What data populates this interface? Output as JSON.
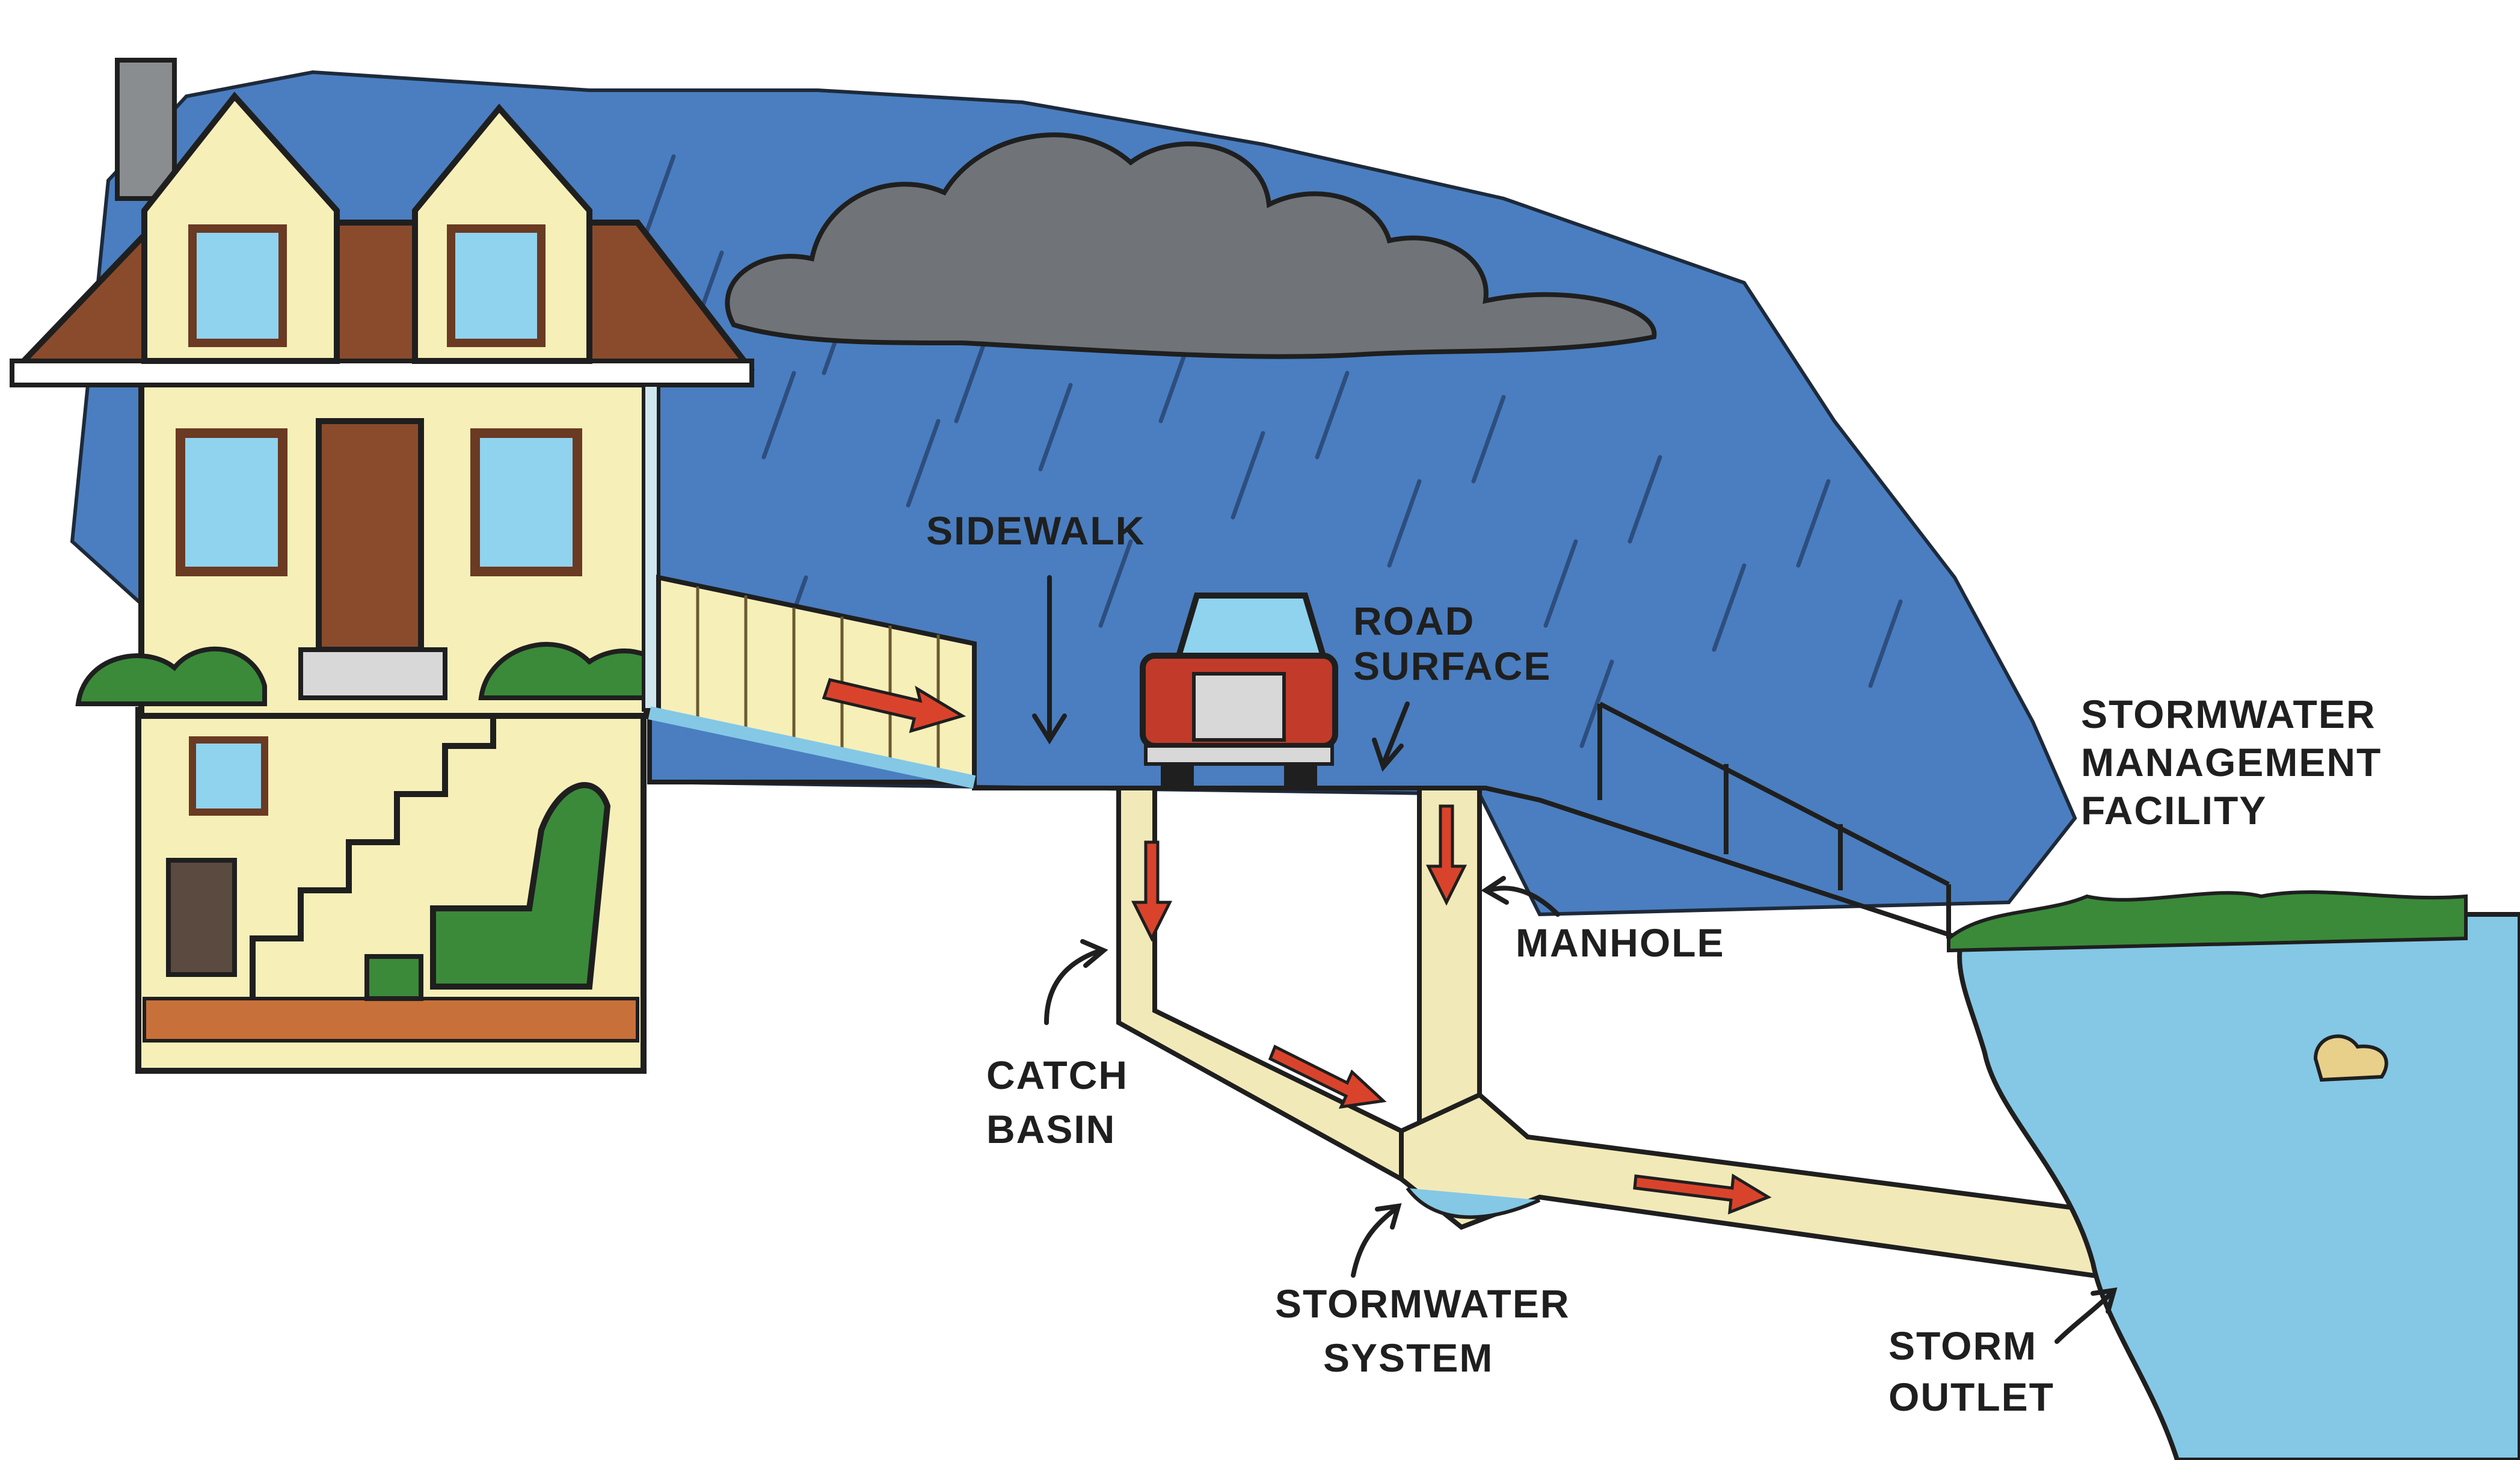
{
  "labels": {
    "sidewalk": "SIDEWALK",
    "road_surface_1": "ROAD",
    "road_surface_2": "SURFACE",
    "manhole": "MANHOLE",
    "catch_basin_1": "CATCH",
    "catch_basin_2": "BASIN",
    "stormwater_system_1": "STORMWATER",
    "stormwater_system_2": "SYSTEM",
    "storm_outlet_1": "STORM",
    "storm_outlet_2": "OUTLET",
    "facility_1": "STORMWATER",
    "facility_2": "MANAGEMENT",
    "facility_3": "FACILITY"
  },
  "colors": {
    "sky": "#4a7ec0",
    "cloud": "#707478",
    "pipe": "#f2e9b8",
    "pond": "#84c8e6",
    "arrow": "#d9432c",
    "grass": "#3a8a3a",
    "house_wall": "#f6efb8",
    "roof": "#8a4b2c"
  }
}
